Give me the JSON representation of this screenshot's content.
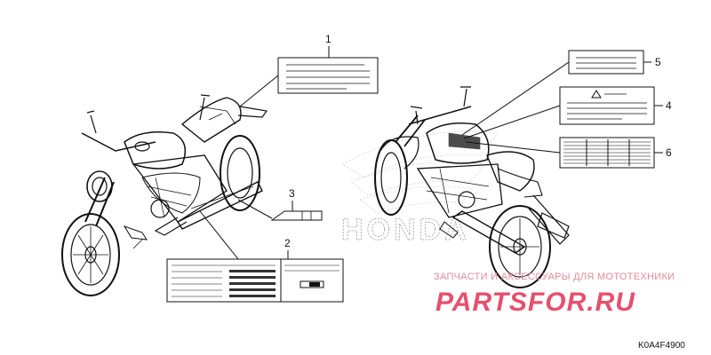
{
  "callouts": [
    {
      "number": "1"
    },
    {
      "number": "2"
    },
    {
      "number": "3"
    },
    {
      "number": "4"
    },
    {
      "number": "5"
    },
    {
      "number": "6"
    }
  ],
  "watermark": {
    "subtitle": "ЗАПЧАСТИ И АКСЕССУАРЫ ДЛЯ МОТОТЕХНИКИ",
    "brand": "PARTSFOR.RU",
    "color": "#e5506e"
  },
  "background_logo": {
    "text": "HONDA"
  },
  "diagram_code": "K0A4F4900"
}
